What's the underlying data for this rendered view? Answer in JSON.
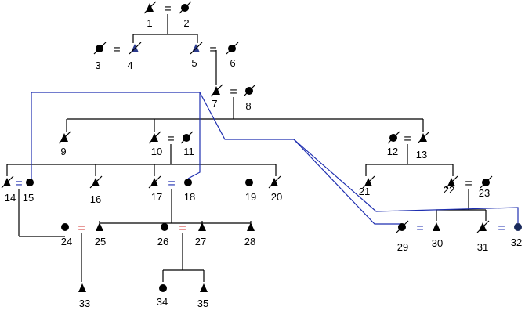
{
  "diagram": {
    "type": "pedigree",
    "individuals": [
      {
        "id": "1",
        "shape": "triangle",
        "deceased": true,
        "fill": "#000000"
      },
      {
        "id": "2",
        "shape": "circle",
        "deceased": true,
        "fill": "#000000"
      },
      {
        "id": "3",
        "shape": "circle",
        "deceased": true,
        "fill": "#000000"
      },
      {
        "id": "4",
        "shape": "triangle",
        "deceased": true,
        "fill": "#2b3a8c"
      },
      {
        "id": "5",
        "shape": "triangle",
        "deceased": true,
        "fill": "#2b3a8c"
      },
      {
        "id": "6",
        "shape": "circle",
        "deceased": true,
        "fill": "#000000"
      },
      {
        "id": "7",
        "shape": "triangle",
        "deceased": true,
        "fill": "#000000"
      },
      {
        "id": "8",
        "shape": "circle",
        "deceased": true,
        "fill": "#000000"
      },
      {
        "id": "9",
        "shape": "triangle",
        "deceased": true,
        "fill": "#000000"
      },
      {
        "id": "10",
        "shape": "triangle",
        "deceased": true,
        "fill": "#000000"
      },
      {
        "id": "11",
        "shape": "circle",
        "deceased": true,
        "fill": "#000000"
      },
      {
        "id": "12",
        "shape": "circle",
        "deceased": true,
        "fill": "#000000"
      },
      {
        "id": "13",
        "shape": "triangle",
        "deceased": true,
        "fill": "#000000"
      },
      {
        "id": "14",
        "shape": "triangle",
        "deceased": true,
        "fill": "#000000"
      },
      {
        "id": "15",
        "shape": "circle",
        "deceased": false,
        "fill": "#000000"
      },
      {
        "id": "16",
        "shape": "triangle",
        "deceased": true,
        "fill": "#000000"
      },
      {
        "id": "17",
        "shape": "triangle",
        "deceased": true,
        "fill": "#000000"
      },
      {
        "id": "18",
        "shape": "circle",
        "deceased": false,
        "fill": "#000000"
      },
      {
        "id": "19",
        "shape": "circle",
        "deceased": false,
        "fill": "#000000"
      },
      {
        "id": "20",
        "shape": "triangle",
        "deceased": true,
        "fill": "#000000"
      },
      {
        "id": "21",
        "shape": "triangle",
        "deceased": true,
        "fill": "#000000"
      },
      {
        "id": "22",
        "shape": "triangle",
        "deceased": true,
        "fill": "#000000"
      },
      {
        "id": "23",
        "shape": "circle",
        "deceased": true,
        "fill": "#000000"
      },
      {
        "id": "24",
        "shape": "circle",
        "deceased": false,
        "fill": "#000000"
      },
      {
        "id": "25",
        "shape": "triangle",
        "deceased": false,
        "fill": "#000000"
      },
      {
        "id": "26",
        "shape": "circle",
        "deceased": false,
        "fill": "#000000"
      },
      {
        "id": "27",
        "shape": "triangle",
        "deceased": false,
        "fill": "#000000"
      },
      {
        "id": "28",
        "shape": "triangle",
        "deceased": false,
        "fill": "#000000"
      },
      {
        "id": "29",
        "shape": "circle",
        "deceased": true,
        "fill": "#000000"
      },
      {
        "id": "30",
        "shape": "triangle",
        "deceased": false,
        "fill": "#000000"
      },
      {
        "id": "31",
        "shape": "triangle",
        "deceased": true,
        "fill": "#000000"
      },
      {
        "id": "32",
        "shape": "circle",
        "deceased": false,
        "fill": "#1a2a5c"
      },
      {
        "id": "33",
        "shape": "triangle",
        "deceased": false,
        "fill": "#000000"
      },
      {
        "id": "34",
        "shape": "circle",
        "deceased": false,
        "fill": "#000000"
      },
      {
        "id": "35",
        "shape": "triangle",
        "deceased": false,
        "fill": "#000000"
      }
    ],
    "unions": [
      {
        "a": "1",
        "b": "2",
        "symbol": "=",
        "color": "#000000"
      },
      {
        "a": "3",
        "b": "4",
        "symbol": "=",
        "color": "#000000"
      },
      {
        "a": "5",
        "b": "6",
        "symbol": "=",
        "color": "#000000"
      },
      {
        "a": "7",
        "b": "8",
        "symbol": "=",
        "color": "#000000"
      },
      {
        "a": "10",
        "b": "11",
        "symbol": "=",
        "color": "#000000"
      },
      {
        "a": "12",
        "b": "13",
        "symbol": "=",
        "color": "#000000"
      },
      {
        "a": "14",
        "b": "15",
        "symbol": "=",
        "color": "#1f2fb0"
      },
      {
        "a": "17",
        "b": "18",
        "symbol": "=",
        "color": "#1f2fb0"
      },
      {
        "a": "19",
        "b": "20",
        "symbol": "",
        "color": "#000000"
      },
      {
        "a": "22",
        "b": "23",
        "symbol": "=",
        "color": "#000000"
      },
      {
        "a": "24",
        "b": "25",
        "symbol": "=",
        "color": "#d0312d"
      },
      {
        "a": "26",
        "b": "27",
        "symbol": "=",
        "color": "#d0312d"
      },
      {
        "a": "29",
        "b": "30",
        "symbol": "=",
        "color": "#1f2fb0"
      },
      {
        "a": "31",
        "b": "32",
        "symbol": "=",
        "color": "#1f2fb0"
      }
    ],
    "link_color": "#1f2fb0"
  }
}
